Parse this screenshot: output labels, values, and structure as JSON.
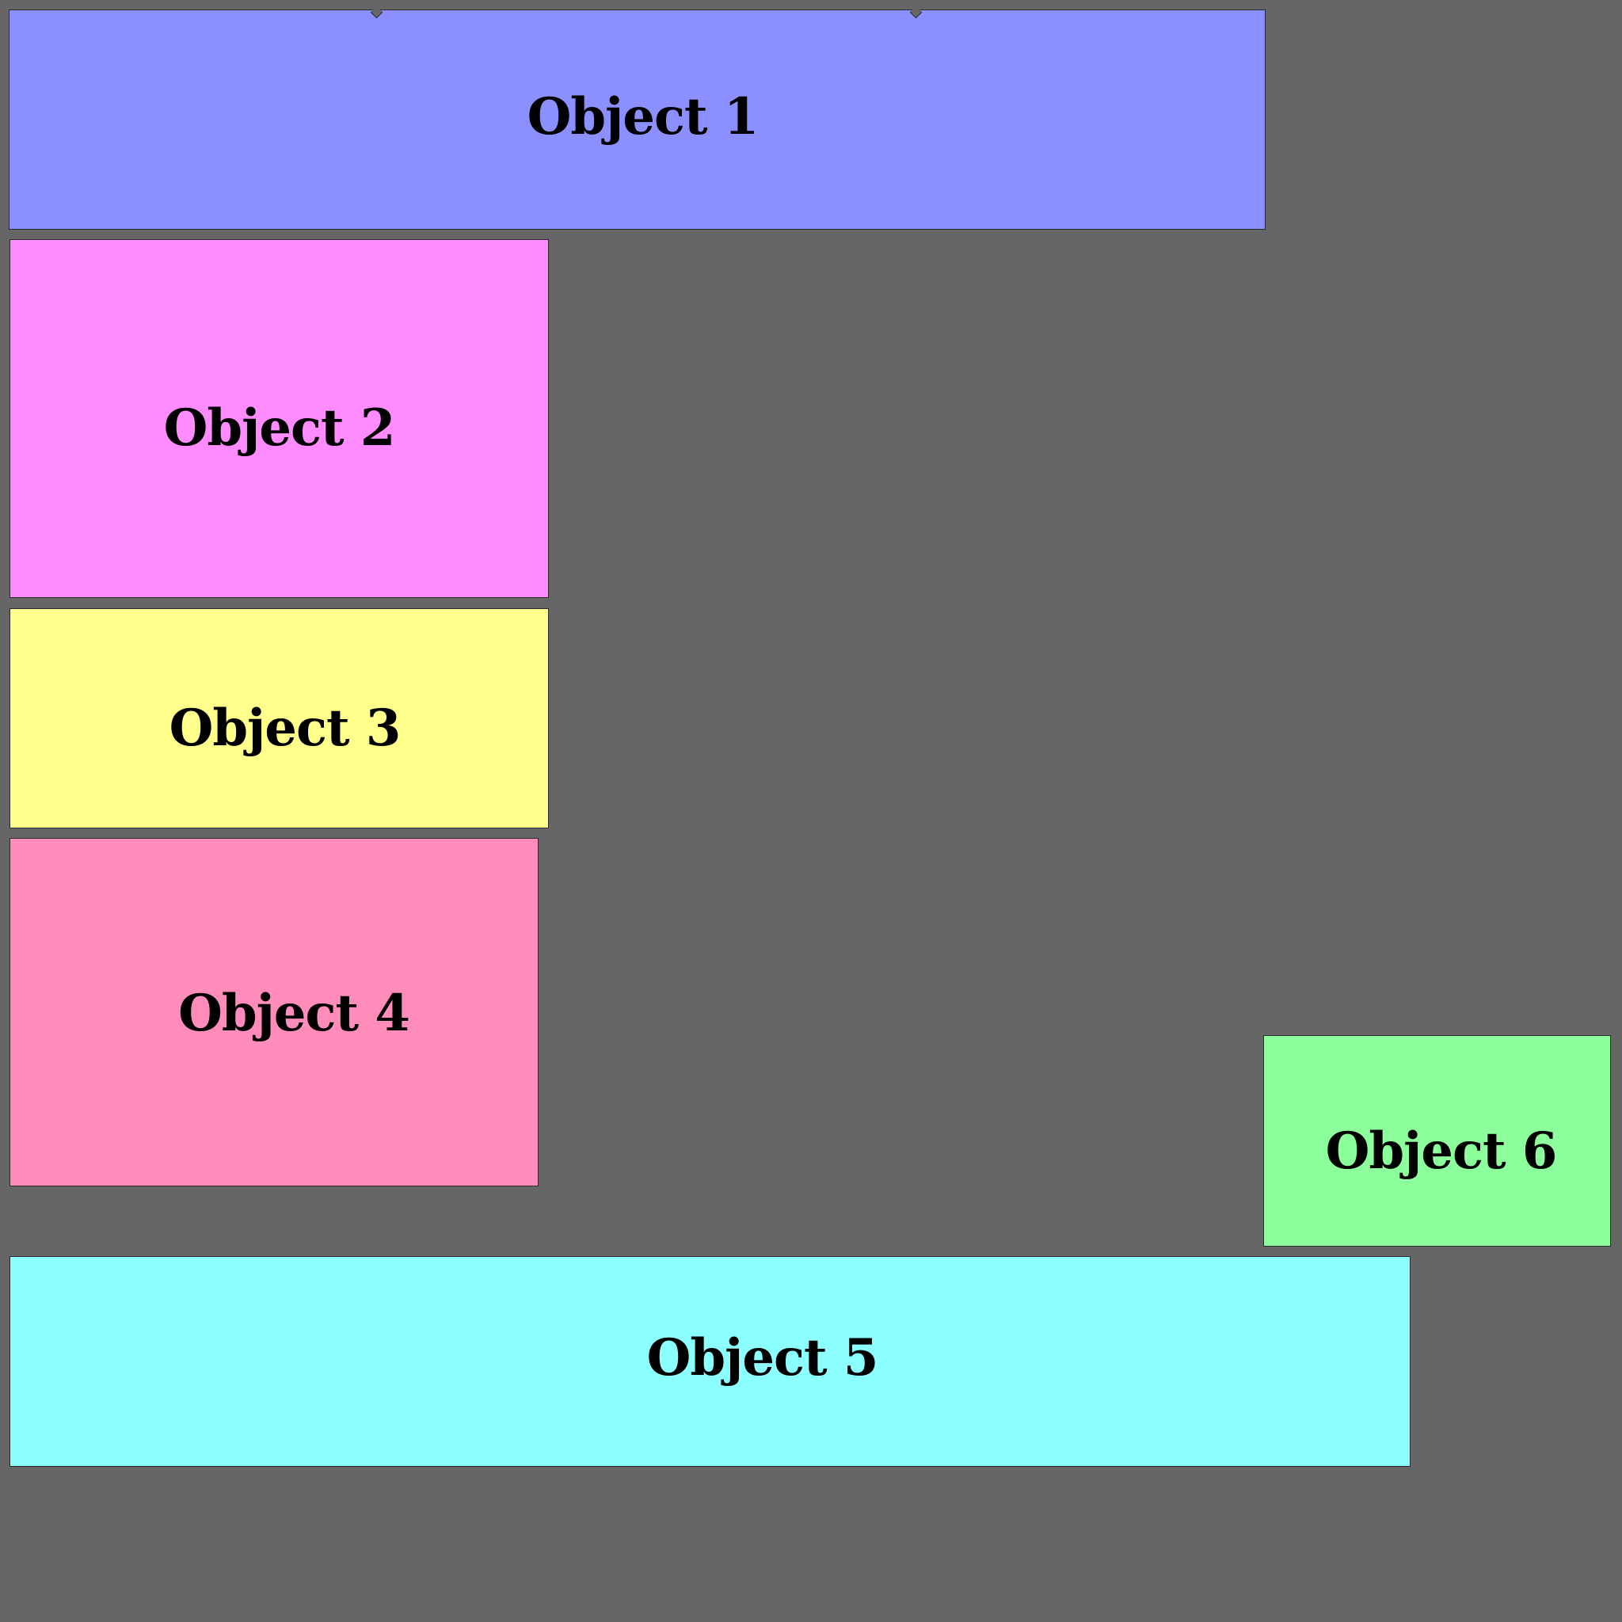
{
  "objects": [
    {
      "label": "Object 1",
      "color": "#8c90ff"
    },
    {
      "label": "Object 2",
      "color": "#ff8cff"
    },
    {
      "label": "Object 3",
      "color": "#ffff8c"
    },
    {
      "label": "Object 4",
      "color": "#ff8cba"
    },
    {
      "label": "Object 5",
      "color": "#8cffff"
    },
    {
      "label": "Object 6",
      "color": "#8cff9c"
    }
  ],
  "background_color": "#666666"
}
